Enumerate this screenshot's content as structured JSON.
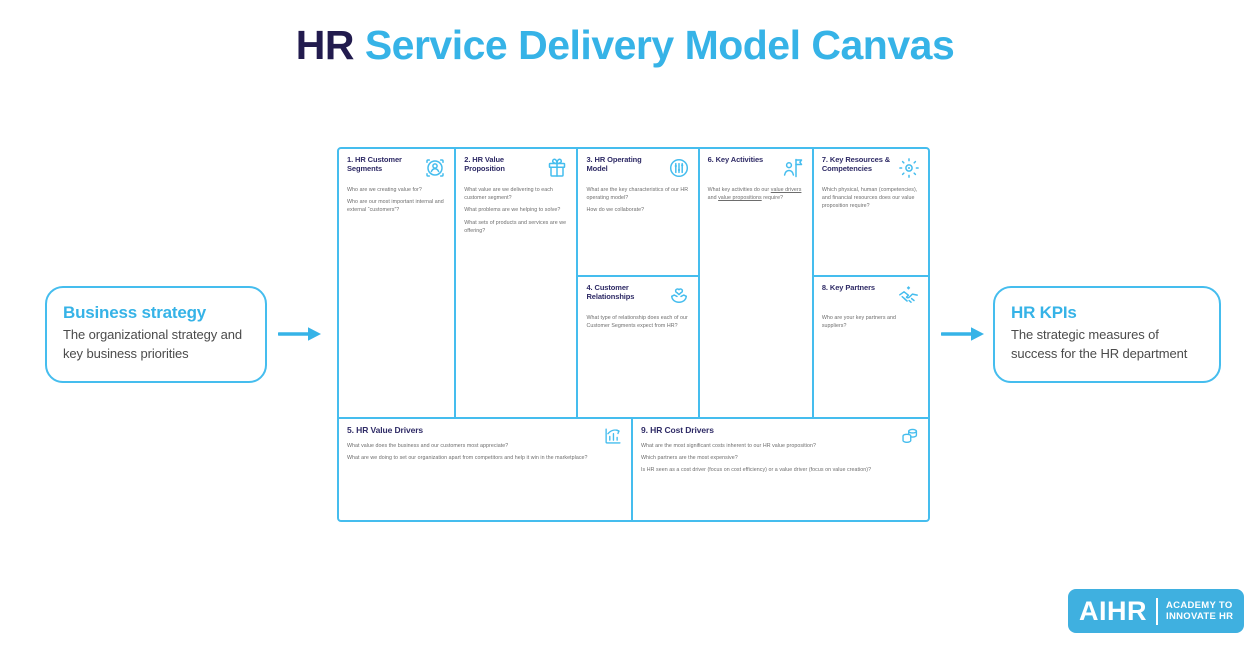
{
  "title": {
    "prefix": "HR",
    "rest": " Service Delivery Model Canvas"
  },
  "left_box": {
    "title": "Business strategy",
    "description": "The organizational strategy and key business priorities"
  },
  "right_box": {
    "title": "HR KPIs",
    "description": "The strategic measures of success for the HR department"
  },
  "canvas": {
    "sections": {
      "s1": {
        "title": "1. HR Customer Segments",
        "icon": "person-focus-icon",
        "questions": [
          "Who are we creating value for?",
          "Who are our most important internal and external “customers”?"
        ]
      },
      "s2": {
        "title": "2. HR Value Proposition",
        "icon": "gift-icon",
        "questions": [
          "What value are we delivering to each customer segment?",
          "What problems are we helping to solve?",
          "What sets of products and services are we offering?"
        ]
      },
      "s3": {
        "title": "3. HR Operating Model",
        "icon": "sliders-circle-icon",
        "questions": [
          "What are the key characteristics of our HR operating model?",
          "How do we collaborate?"
        ]
      },
      "s4": {
        "title": "4. Customer Relationships",
        "icon": "hands-heart-icon",
        "questions": [
          "What type of relationship does each of our Customer Segments expect from HR?"
        ]
      },
      "s5": {
        "title": "5. HR Value Drivers",
        "icon": "chart-growth-icon",
        "questions": [
          "What value does the business and our customers most appreciate?",
          "What are we doing to set our organization apart from competitors and help it win in the marketplace?"
        ]
      },
      "s6": {
        "title": "6. Key Activities",
        "icon": "person-flag-icon",
        "question_parts": {
          "pre": "What key activities do our ",
          "link1": "value drivers",
          "mid": " and ",
          "link2": "value propositions",
          "post": " require?"
        }
      },
      "s7": {
        "title": "7. Key Resources & Competencies",
        "icon": "gear-rays-icon",
        "questions": [
          "Which physical, human (competencies), and financial resources does our value proposition require?"
        ]
      },
      "s8": {
        "title": "8. Key Partners",
        "icon": "handshake-icon",
        "questions": [
          "Who are your key partners and suppliers?"
        ]
      },
      "s9": {
        "title": "9. HR Cost Drivers",
        "icon": "coins-icon",
        "questions": [
          "What are the most significant costs inherent to our HR value proposition?",
          "Which partners are the most expensive?",
          "Is HR seen as a cost driver (focus on cost efficiency) or a value driver (focus on value creation)?"
        ]
      }
    }
  },
  "logo": {
    "brand": "AIHR",
    "tagline_line1": "ACADEMY TO",
    "tagline_line2": "INNOVATE HR"
  },
  "colors": {
    "accent_blue": "#36b3e7",
    "border_blue": "#45bdee",
    "title_navy": "#221b4e",
    "heading_navy": "#2f2b66",
    "body_gray": "#6d6d6d",
    "box_text": "#4b4b4b",
    "logo_blue": "#3fb0e0"
  }
}
